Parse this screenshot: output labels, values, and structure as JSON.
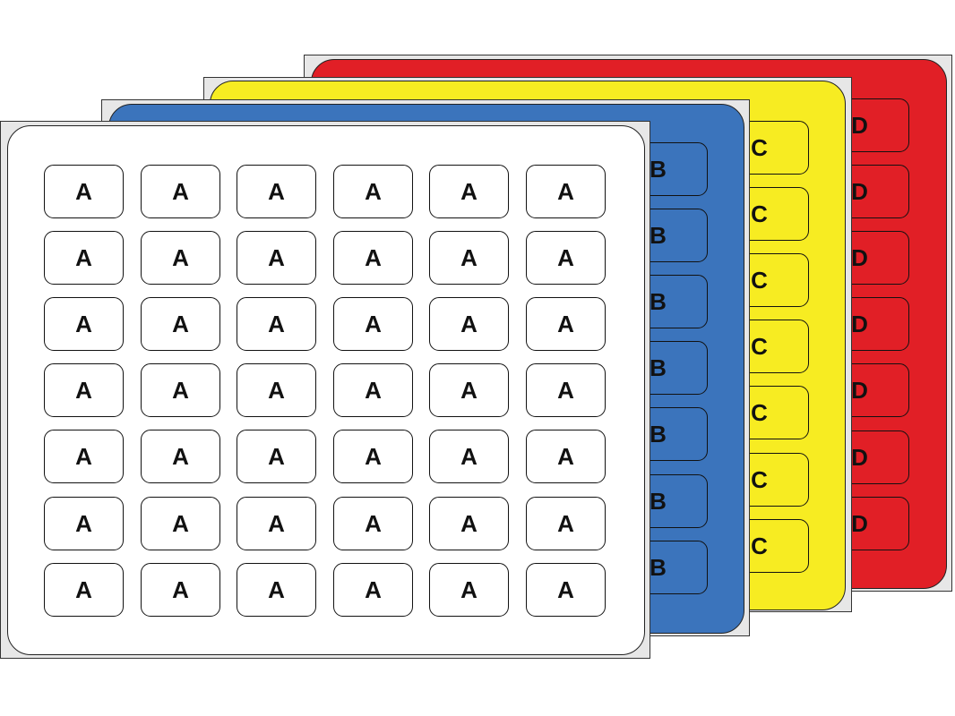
{
  "sheets": [
    {
      "id": "D",
      "letter": "D",
      "color": "#e11f26",
      "rows": 7
    },
    {
      "id": "C",
      "letter": "C",
      "color": "#f7ec22",
      "rows": 7
    },
    {
      "id": "B",
      "letter": "B",
      "color": "#3b74bc",
      "rows": 7
    },
    {
      "id": "A",
      "letter": "A",
      "color": "#ffffff",
      "rows": 7,
      "cols": 6
    }
  ]
}
